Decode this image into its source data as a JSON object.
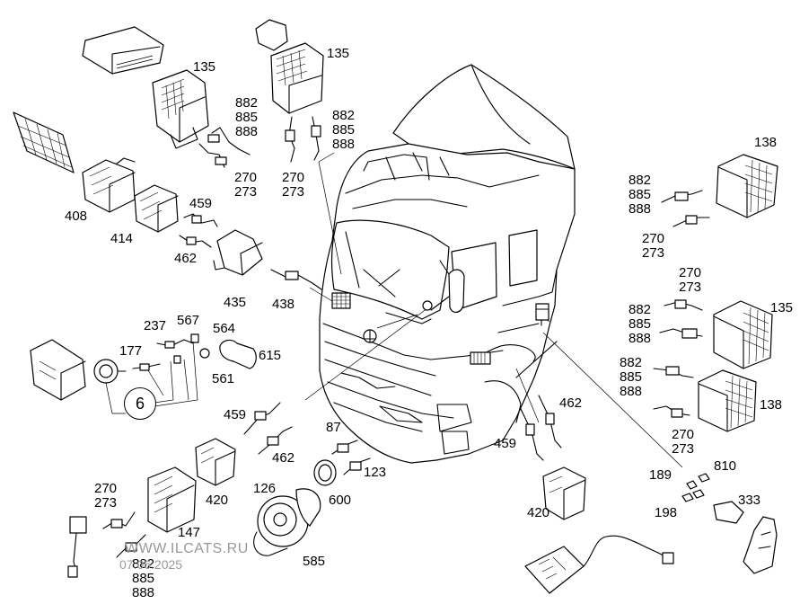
{
  "diagram": {
    "labels": {
      "p135_left": "135",
      "p135_top": "135",
      "p135_right": "135",
      "p138_top": "138",
      "p138_bottom": "138",
      "p408": "408",
      "p414": "414",
      "p459_a": "459",
      "p459_b": "459",
      "p459_c": "459",
      "p462_a": "462",
      "p462_b": "462",
      "p462_c": "462",
      "p435": "435",
      "p438": "438",
      "p237": "237",
      "p567": "567",
      "p564": "564",
      "p177": "177",
      "p615": "615",
      "p561": "561",
      "p87": "87",
      "p123": "123",
      "p126": "126",
      "p600": "600",
      "p585": "585",
      "p420_a": "420",
      "p420_b": "420",
      "p147": "147",
      "p189": "189",
      "p810": "810",
      "p198": "198",
      "p333": "333"
    },
    "stacks": {
      "s882_a": [
        "882",
        "885",
        "888"
      ],
      "s882_b": [
        "882",
        "885",
        "888"
      ],
      "s882_c": [
        "882",
        "885",
        "888"
      ],
      "s882_d": [
        "882",
        "885",
        "888"
      ],
      "s882_e": [
        "882",
        "885",
        "888"
      ],
      "s882_f": [
        "882",
        "885",
        "888"
      ],
      "s270_a": [
        "270",
        "273"
      ],
      "s270_b": [
        "270",
        "273"
      ],
      "s270_c": [
        "270",
        "273"
      ],
      "s270_d": [
        "270",
        "273"
      ],
      "s270_e": [
        "270",
        "273"
      ],
      "s270_f": [
        "270",
        "273"
      ]
    },
    "callout": "6"
  },
  "watermark": {
    "site": "WWW.ILCATS.RU",
    "date": "07.06.2025"
  }
}
